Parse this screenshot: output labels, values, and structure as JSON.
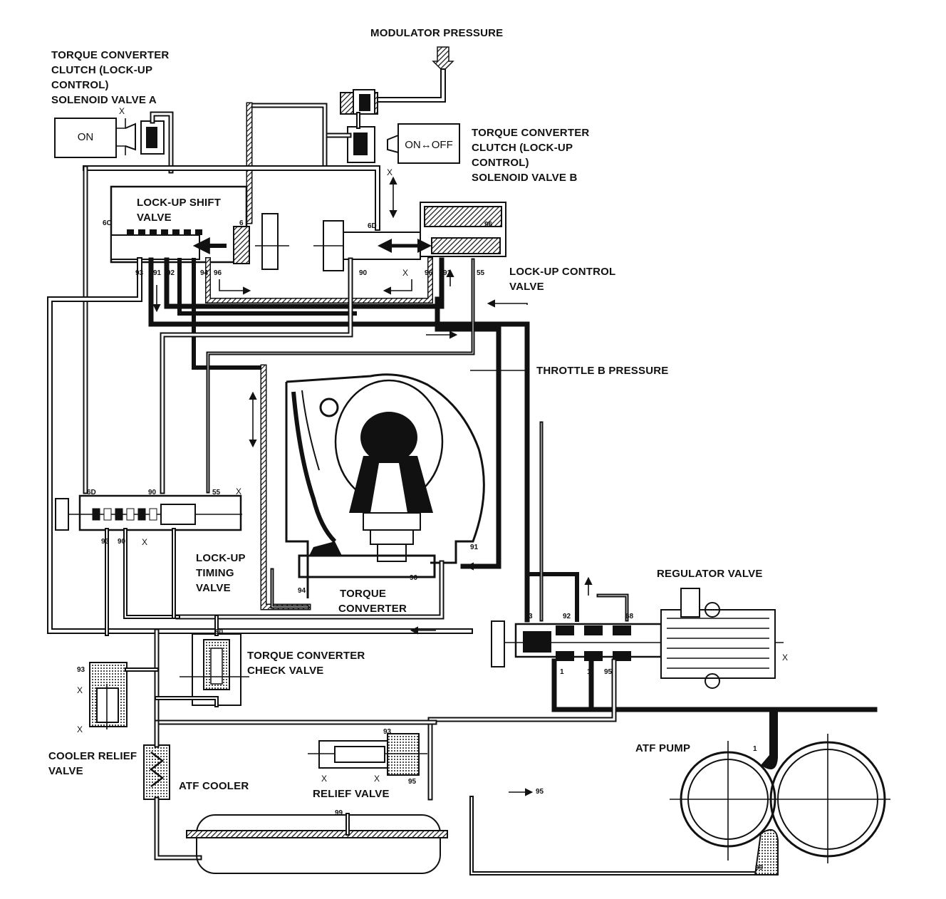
{
  "labels": {
    "modulator_pressure": "MODULATOR PRESSURE",
    "solenoid_a": [
      "TORQUE CONVERTER",
      "CLUTCH (LOCK-UP",
      "CONTROL)",
      "SOLENOID VALVE A"
    ],
    "solenoid_b": [
      "TORQUE CONVERTER",
      "CLUTCH (LOCK-UP",
      "CONTROL)",
      "SOLENOID VALVE B"
    ],
    "solenoid_a_state": "ON",
    "solenoid_b_state": "ON↔OFF",
    "lockup_shift_valve": [
      "LOCK-UP SHIFT",
      "VALVE"
    ],
    "lockup_control_valve": [
      "LOCK-UP CONTROL",
      "VALVE"
    ],
    "throttle_b_pressure": "THROTTLE B PRESSURE",
    "lockup_timing_valve": [
      "LOCK-UP",
      "TIMING",
      "VALVE"
    ],
    "torque_converter": [
      "TORQUE",
      "CONVERTER"
    ],
    "regulator_valve": "REGULATOR VALVE",
    "tc_check_valve": [
      "TORQUE CONVERTER",
      "CHECK VALVE"
    ],
    "cooler_relief_valve": [
      "COOLER RELIEF",
      "VALVE"
    ],
    "atf_cooler": "ATF COOLER",
    "relief_valve": "RELIEF VALVE",
    "atf_pump": "ATF PUMP",
    "to_95": "95"
  },
  "port_numbers": [
    "6C",
    "6",
    "6D",
    "96",
    "93",
    "91",
    "92",
    "94",
    "96",
    "90",
    "96",
    "91",
    "55",
    "6D",
    "90",
    "55",
    "93",
    "90",
    "91",
    "90",
    "94",
    "3",
    "92",
    "68",
    "1",
    "1",
    "95",
    "90",
    "93",
    "93",
    "95",
    "99",
    "1",
    "99"
  ],
  "exhaust_mark": "X",
  "colors": {
    "ink": "#111111",
    "paper": "#ffffff"
  }
}
